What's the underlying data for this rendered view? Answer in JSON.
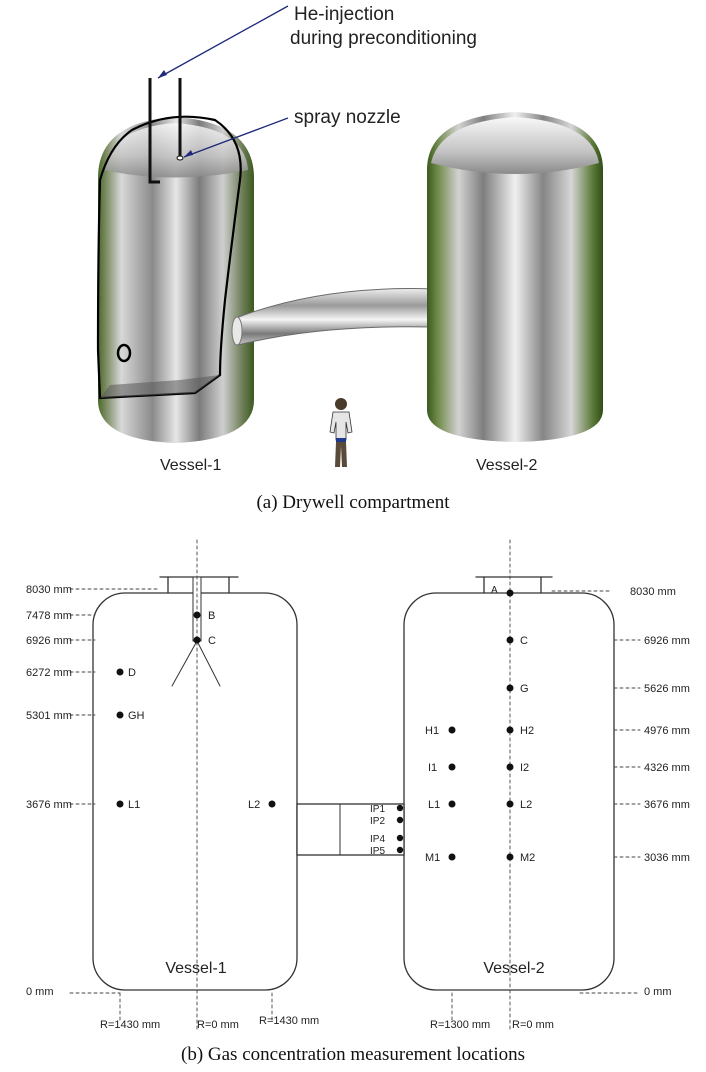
{
  "part_a": {
    "annotation_he": "He-injection",
    "annotation_he_2": "during preconditioning",
    "annotation_spray": "spray nozzle",
    "vessel1_label": "Vessel-1",
    "vessel2_label": "Vessel-2",
    "caption": "(a) Drywell compartment"
  },
  "part_b": {
    "caption": "(b) Gas concentration measurement locations",
    "vessel1_label": "Vessel-1",
    "vessel2_label": "Vessel-2",
    "left_heights": [
      "8030 mm",
      "7478 mm",
      "6926 mm",
      "6272 mm",
      "5301 mm",
      "3676 mm",
      "0 mm"
    ],
    "right_heights": [
      "8030 mm",
      "6926 mm",
      "5626 mm",
      "4976 mm",
      "4326 mm",
      "3676 mm",
      "3036 mm",
      "0 mm"
    ],
    "v1_points": [
      "B",
      "C",
      "D",
      "GH",
      "L1",
      "L2"
    ],
    "v2_points": [
      "A",
      "C",
      "G",
      "H1",
      "H2",
      "I1",
      "I2",
      "L1",
      "L2",
      "M1",
      "M2"
    ],
    "pipe_points": [
      "IP1",
      "IP2",
      "IP4",
      "IP5"
    ],
    "radii_v1": [
      "R=1430 mm",
      "R=0 mm",
      "R=1430 mm"
    ],
    "radii_v2": [
      "R=1300 mm",
      "R=0 mm"
    ]
  }
}
